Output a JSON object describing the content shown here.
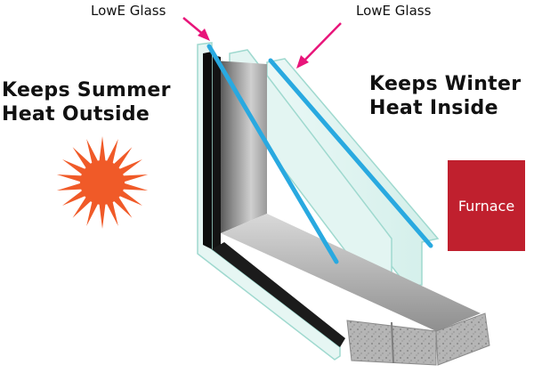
{
  "labels": {
    "lowe_left": "LowE Glass",
    "lowe_right": "LowE Glass",
    "summer_line1": "Keeps Summer",
    "summer_line2": "Heat Outside",
    "winter_line1": "Keeps Winter",
    "winter_line2": "Heat Inside",
    "furnace": "Furnace"
  },
  "icons": {
    "sun": "sun-icon",
    "arrows": "arrow-icon"
  },
  "colors": {
    "sun": "#f05a28",
    "furnace": "#c0202e",
    "lowe_coating": "#29a9e0",
    "arrow": "#e8157a",
    "glass": "#d8f1ee",
    "glass_edge": "#9fd9cf",
    "spacer_dark": "#4a4a4a",
    "spacer_light": "#bdbdbd",
    "sill": "#a7a7a7"
  }
}
